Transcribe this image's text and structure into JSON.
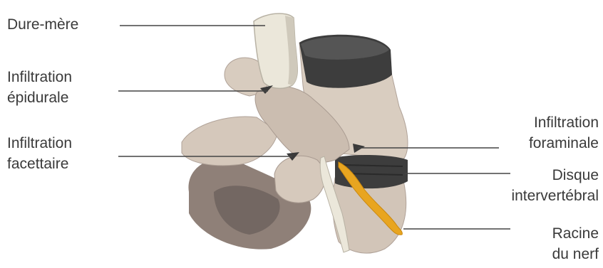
{
  "labels": {
    "dura": "Dure-mère",
    "epidural": [
      "Infiltration",
      "épidurale"
    ],
    "facet": [
      "Infiltration",
      "facettaire"
    ],
    "foraminal": [
      "Infiltration",
      "foraminale"
    ],
    "disc": [
      "Disque",
      "intervertébral"
    ],
    "root": [
      "Racine",
      "du nerf"
    ]
  },
  "colors": {
    "bone": "#cdbfb2",
    "bone_light": "#ddd1c5",
    "bone_shadow": "#8f8078",
    "bone_dark": "#5c5250",
    "disc": "#3d3d3d",
    "dura": "#ebe7da",
    "nerve": "#e8a520",
    "leader": "#444444"
  }
}
